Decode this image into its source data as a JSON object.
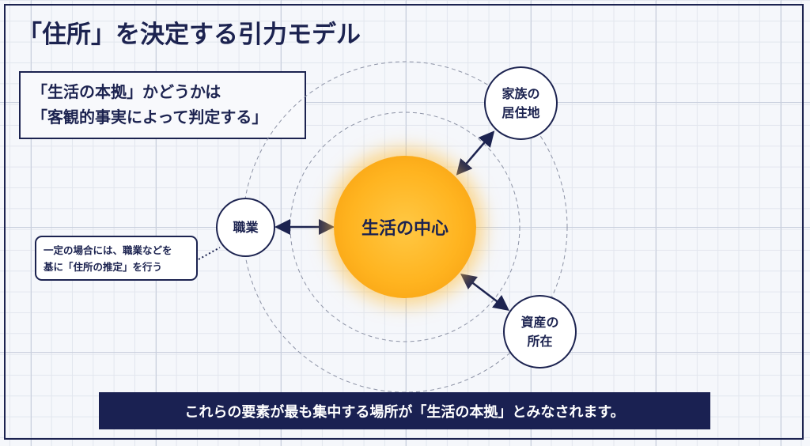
{
  "title": "「住所」を決定する引力モデル",
  "quote": {
    "line1": "「生活の本拠」かどうかは",
    "line2": "「客観的事実によって判定する」"
  },
  "center": "生活の中心",
  "nodes": {
    "job": "職業",
    "family": {
      "line1": "家族の",
      "line2": "居住地"
    },
    "assets": {
      "line1": "資産の",
      "line2": "所在"
    }
  },
  "note": {
    "line1": "一定の場合には、職業などを",
    "line2": "基に「住所の推定」を行う"
  },
  "banner": "これらの要素が最も集中する場所が「生活の本拠」とみなされます。",
  "colors": {
    "navy": "#1c2350",
    "sun": "#ffb420",
    "banner": "#1a2152"
  }
}
